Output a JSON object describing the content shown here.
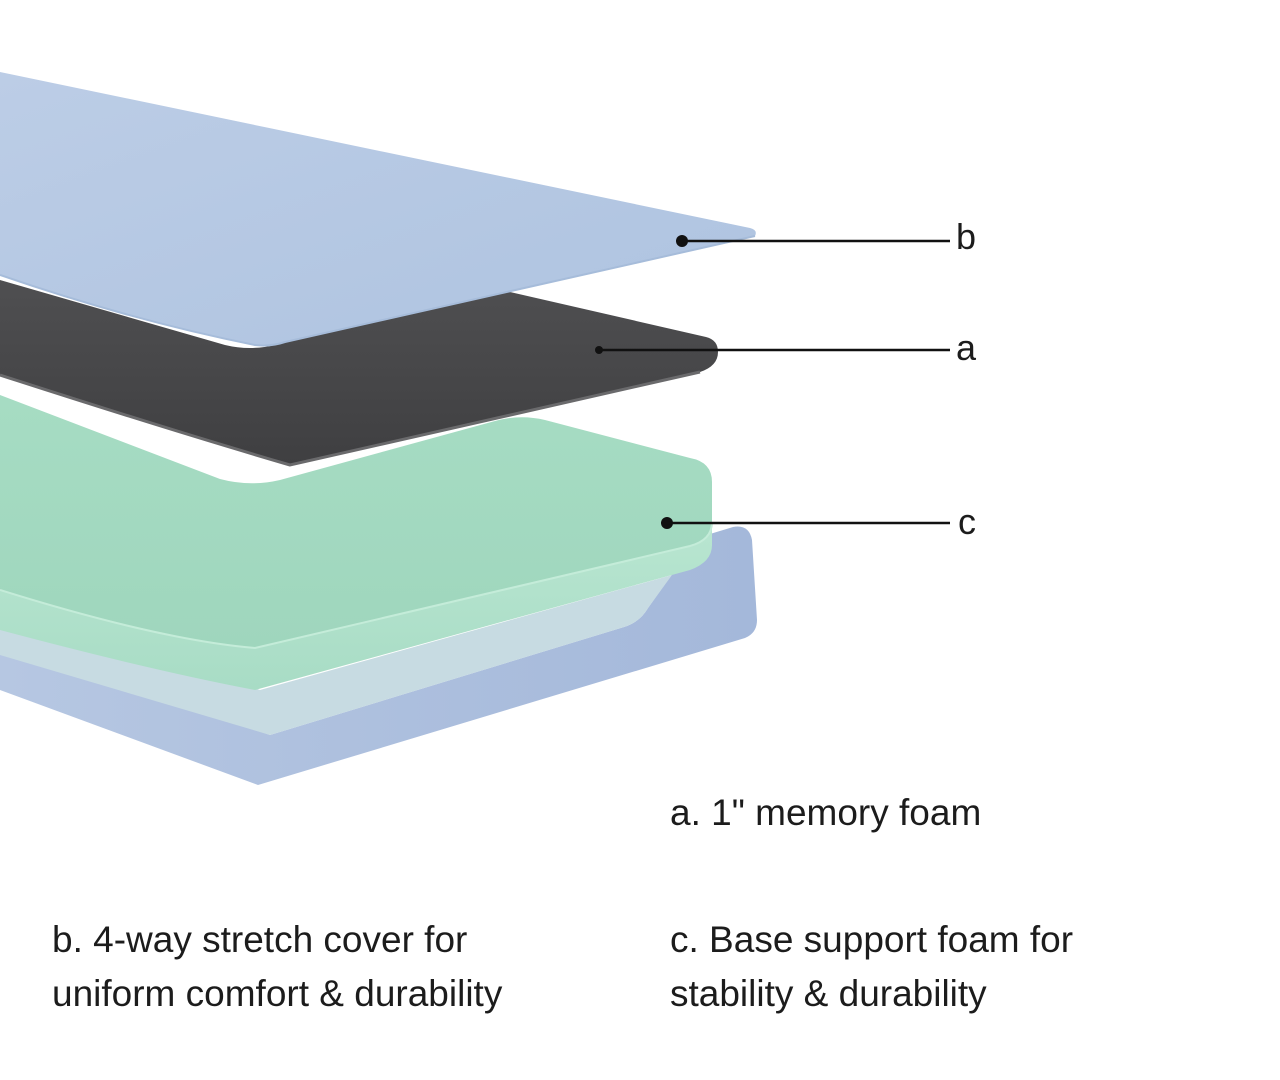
{
  "callouts": {
    "b": "b",
    "a": "a",
    "c": "c"
  },
  "captions": {
    "a": {
      "line1": "a. 1\" memory foam"
    },
    "b": {
      "line1": "b. 4-way stretch cover for",
      "line2": "uniform comfort & durability"
    },
    "c": {
      "line1": "c. Base support foam for",
      "line2": "stability & durability"
    }
  },
  "colors": {
    "cover": "#b5c9e4",
    "memory_foam": "#4a4a4c",
    "support_foam": "#aee0c9",
    "base_shell": "#a9bcdd",
    "leader_line": "#111111"
  }
}
